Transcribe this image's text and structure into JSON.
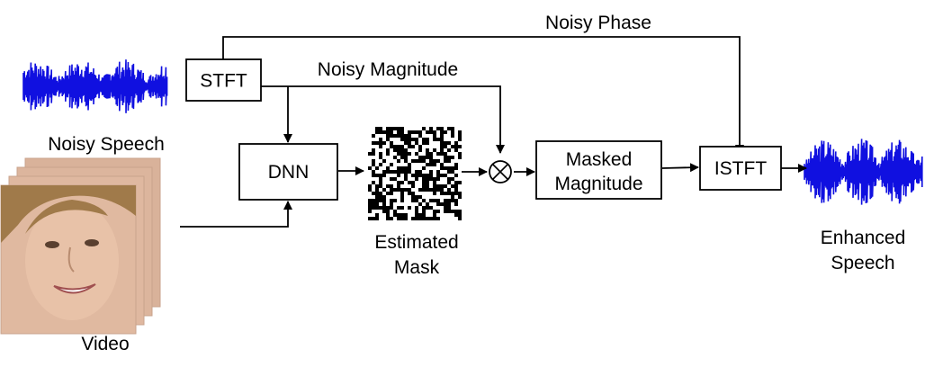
{
  "labels": {
    "noisy_phase": "Noisy Phase",
    "noisy_magnitude": "Noisy Magnitude",
    "noisy_speech": "Noisy Speech",
    "video": "Video",
    "estimated_mask_line1": "Estimated",
    "estimated_mask_line2": "Mask",
    "enhanced_speech_line1": "Enhanced",
    "enhanced_speech_line2": "Speech"
  },
  "blocks": {
    "stft": "STFT",
    "dnn": "DNN",
    "masked_magnitude_line1": "Masked",
    "masked_magnitude_line2": "Magnitude",
    "istft": "ISTFT"
  },
  "colors": {
    "waveform": "#1010e0",
    "line": "#000000",
    "skin": "#e0b9a0",
    "hair": "#a07a4a"
  },
  "icons": {
    "multiply": "circle-times-icon"
  }
}
